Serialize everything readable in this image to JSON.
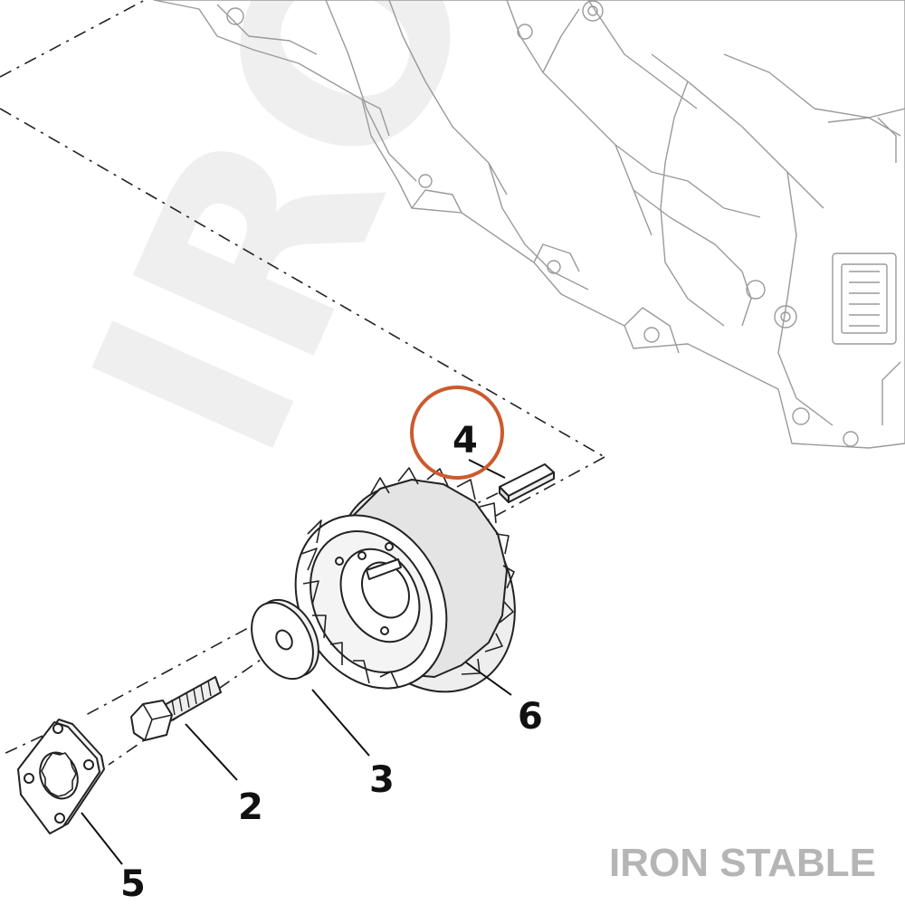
{
  "diagram": {
    "callouts": [
      {
        "id": "2",
        "label": "2"
      },
      {
        "id": "3",
        "label": "3"
      },
      {
        "id": "4",
        "label": "4"
      },
      {
        "id": "5",
        "label": "5"
      },
      {
        "id": "6",
        "label": "6"
      }
    ],
    "highlighted_callout": "4",
    "highlight_color": "#cc5a2e",
    "watermark_text": "IRON STABLE",
    "brand_text": "IRON STABLE"
  }
}
